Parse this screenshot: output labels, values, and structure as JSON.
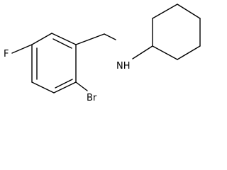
{
  "molecule": {
    "atoms": {
      "fluorine": "F",
      "bromine": "Br",
      "amine": "NH"
    }
  }
}
